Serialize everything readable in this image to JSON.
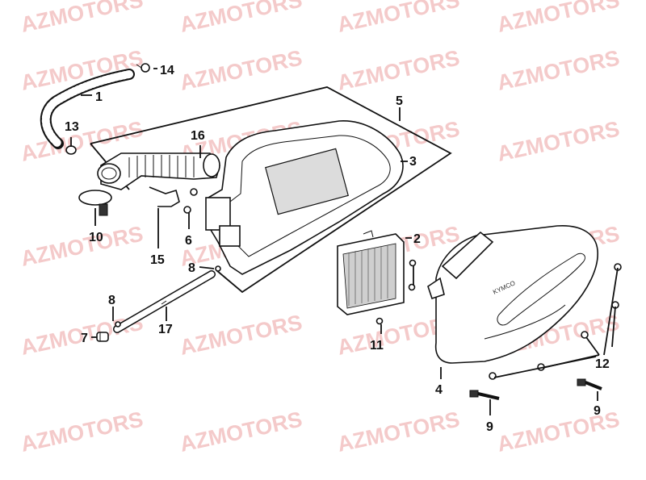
{
  "watermark": "AZMOTORS",
  "labels": {
    "l1": "1",
    "l2": "2",
    "l3": "3",
    "l4": "4",
    "l5": "5",
    "l6": "6",
    "l7": "7",
    "l8a": "8",
    "l8b": "8",
    "l9a": "9",
    "l9b": "9",
    "l10": "10",
    "l11": "11",
    "l12": "12",
    "l13": "13",
    "l14": "14",
    "l15": "15",
    "l16": "16",
    "l17": "17"
  },
  "cover_logo": "KYMCO",
  "colors": {
    "watermark": "#f0b4b4",
    "line": "#111111"
  }
}
